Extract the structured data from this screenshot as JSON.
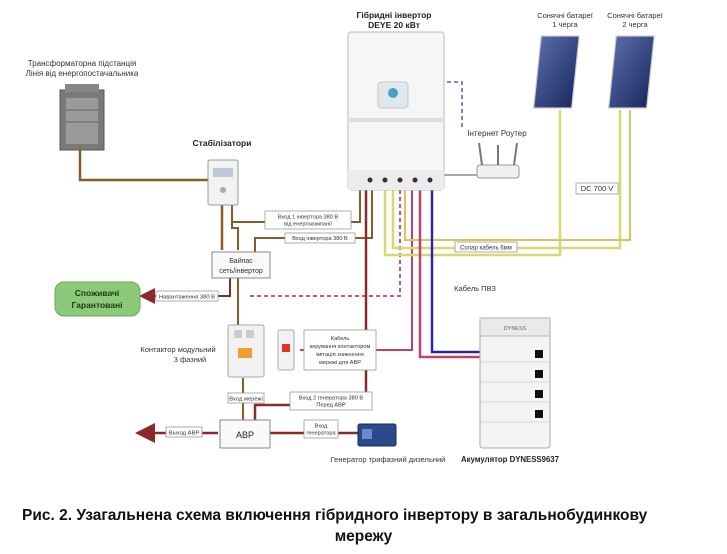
{
  "labels": {
    "transformer": [
      "Трансформаторна підстанція",
      "Лінія від енергопостачальника"
    ],
    "stabilizers": "Стабілізатори",
    "inverter": [
      "Гібридні інвертор",
      "DEYE 20 кВт"
    ],
    "router": "Інтернет Роутер",
    "solar1": [
      "Сонячні батареї",
      "1 черга"
    ],
    "solar2": [
      "Сонячні батареї",
      "2 черга"
    ],
    "dc_voltage": "DC 700 V",
    "bypass": [
      "Байпас",
      "сеть/інвертор"
    ],
    "input1": [
      "Вход 1 інвертора 380 В",
      "від енергокомпанії"
    ],
    "grid_input": "Вход інвертора 380 В",
    "solar_cable": "Солар кабель 6мм",
    "pvz_cable": "Кабель ПВЗ",
    "consumers": [
      "Споживачі",
      "Гарантовані"
    ],
    "load_out": "Навантаження 380 В",
    "contactor": [
      "Контактор модульний",
      "3 фазний"
    ],
    "control_cable": [
      "Кабель",
      "керування контактором",
      "імітація зникнення",
      "мережі для АВР"
    ],
    "grid_in": "Вход мережі",
    "gen_input": [
      "Вход 2 генератора 380 В",
      "Перед АВР"
    ],
    "avr": "АВР",
    "avr_out": "Выход АВР",
    "gen_in": [
      "Вход",
      "генератора"
    ],
    "generator": "Генератор трифазний дизельний",
    "battery": "Акумулятор DYNESS9637",
    "battery_brand": "DYNESS"
  },
  "caption": {
    "line1": "Рис. 2. Узагальнена схема включення гібридного інвертору в загальнобудинкову",
    "line2": "мережу"
  },
  "colors": {
    "ac_line": "#8b2a2a",
    "grid_line": "#8a5a2a",
    "solar_line": "#d6d870",
    "dc_line": "#2a2a9a",
    "control_line": "#c04070",
    "network_line": "#6a7ad0",
    "consumers_fill": "#8cc97a",
    "box_border": "#888888"
  }
}
